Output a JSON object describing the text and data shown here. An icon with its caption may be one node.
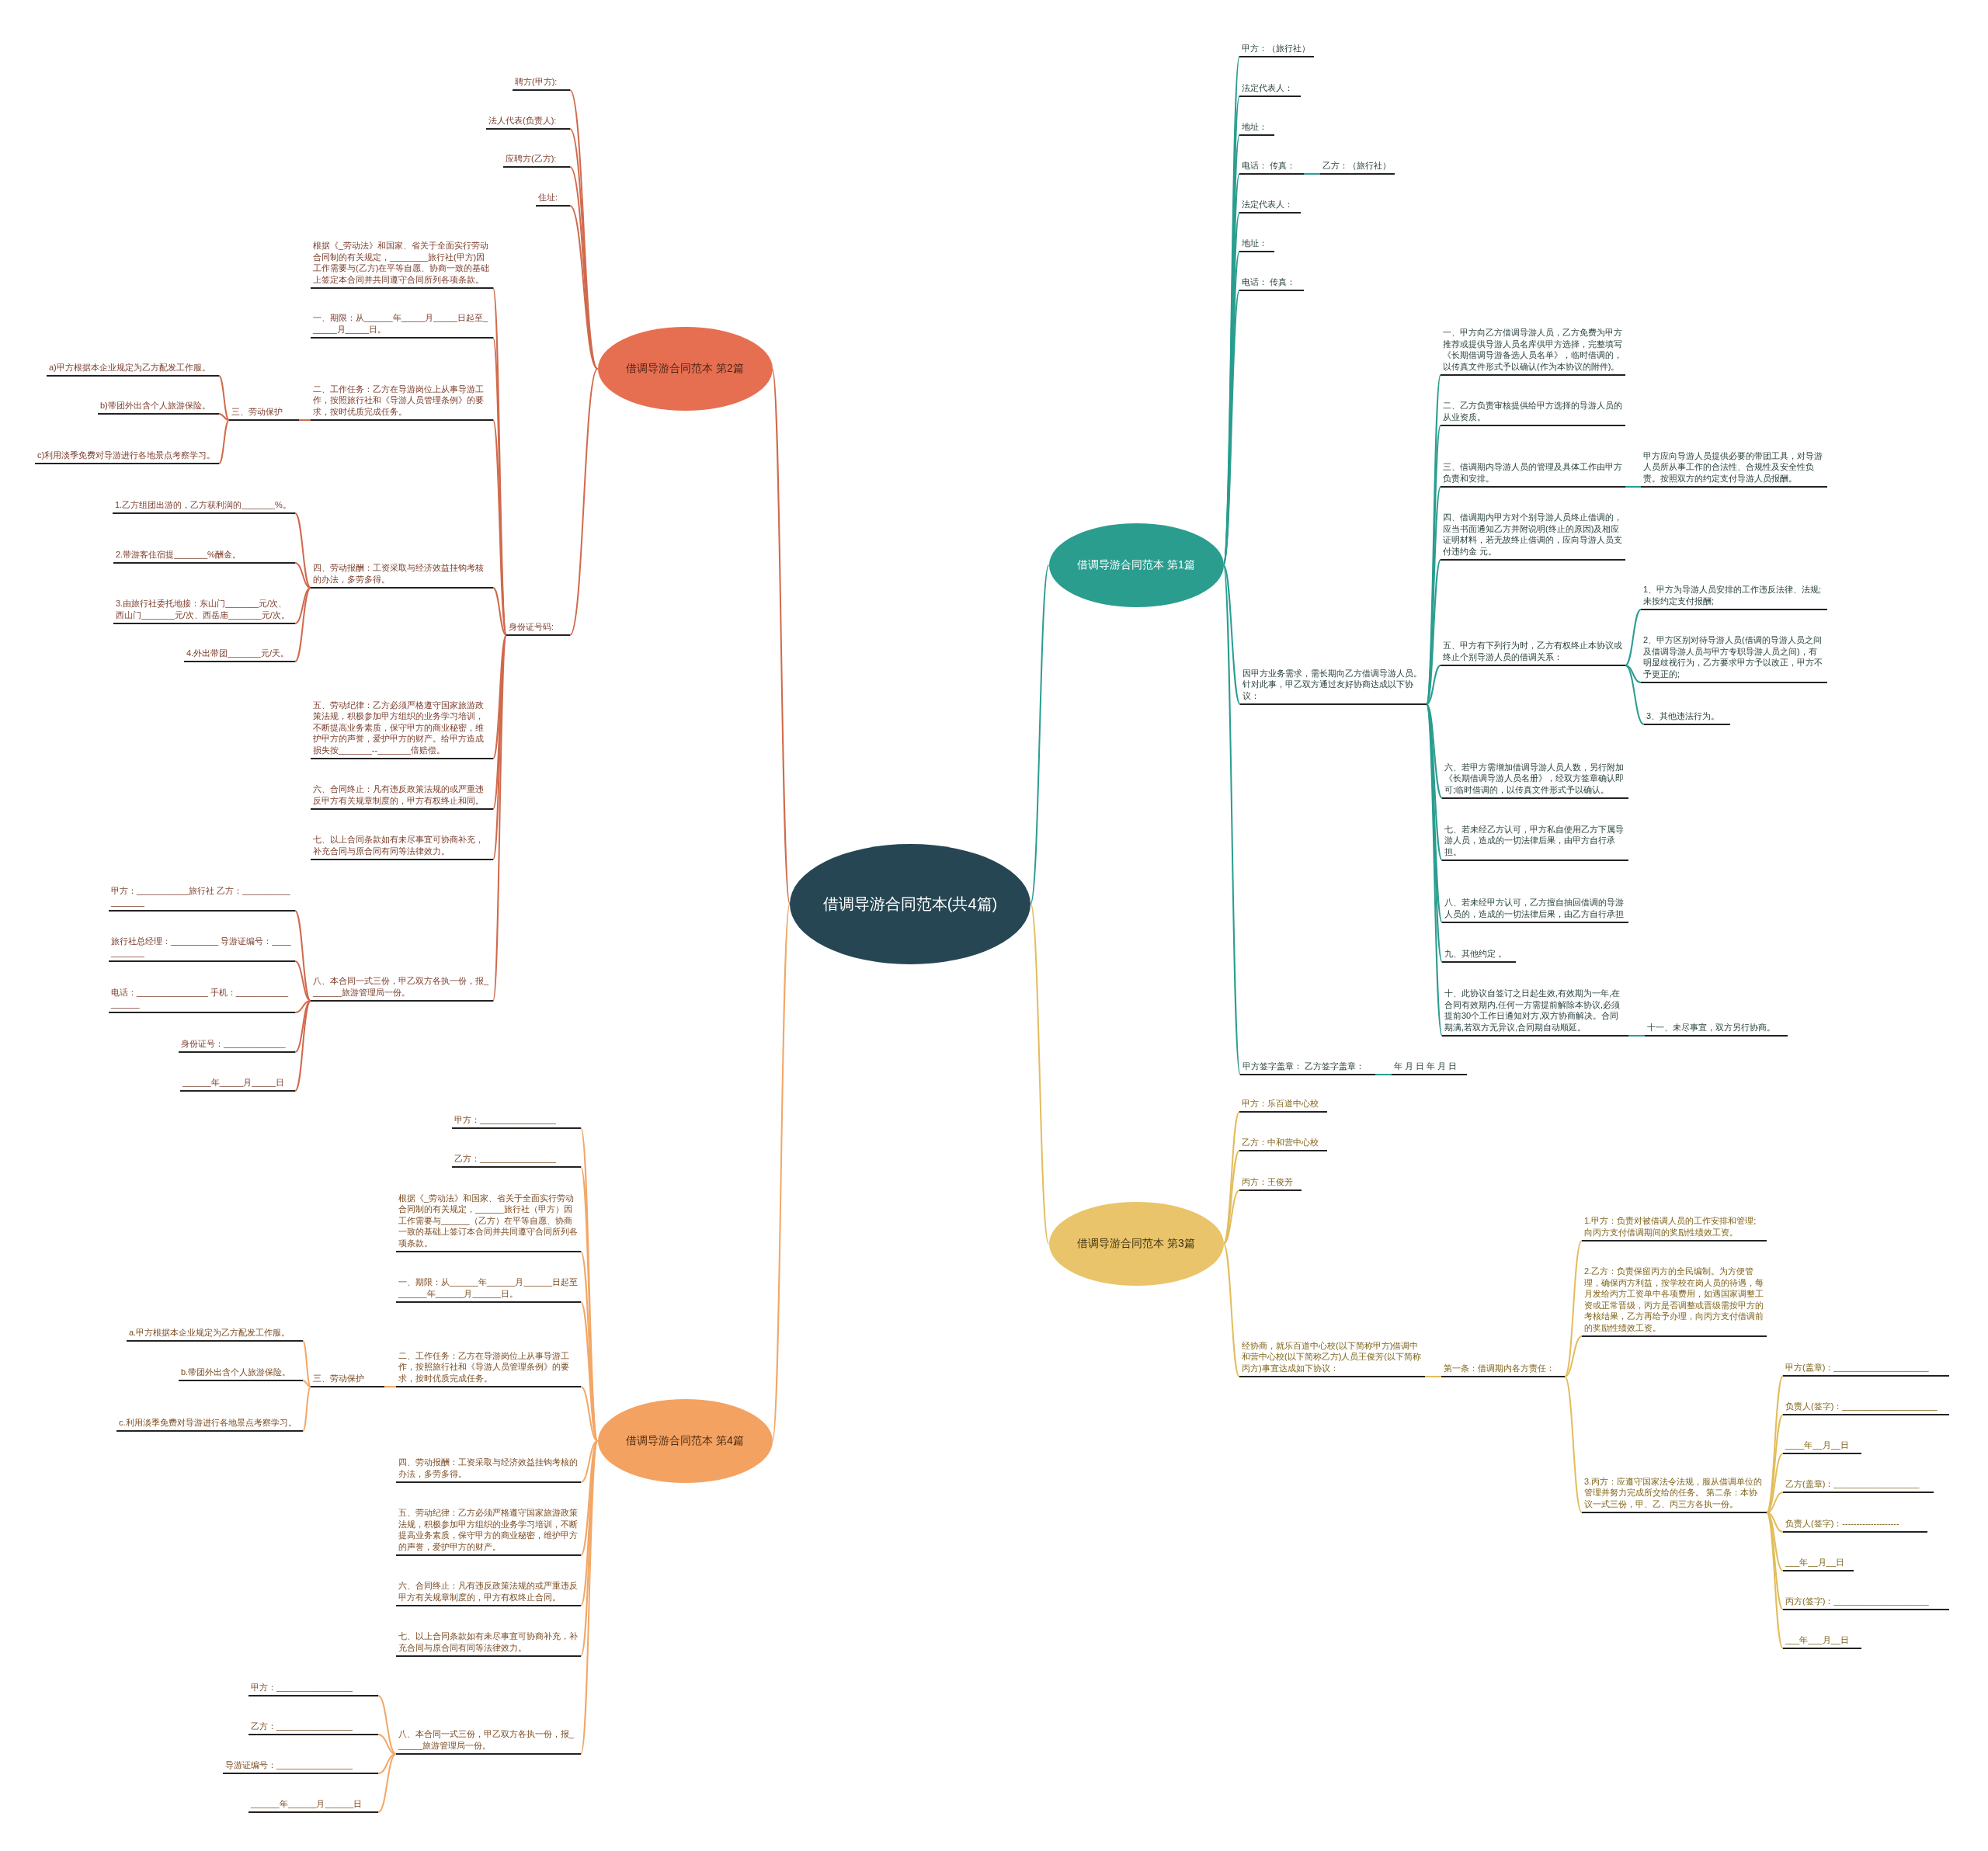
{
  "diagram": {
    "nodes": [
      {
        "text": [
          "借调导游合同范本(共4篇)"
        ]
      },
      {
        "text": [
          "借调导游合同范本 第2篇"
        ]
      },
      {
        "text": [
          "聘方(甲方):"
        ]
      },
      {
        "text": [
          "法人代表(负责人):"
        ]
      },
      {
        "text": [
          "应聘方(乙方):"
        ]
      },
      {
        "text": [
          "住址:"
        ]
      },
      {
        "text": [
          "身份证号码:"
        ]
      },
      {
        "text": [
          "根据《_劳动法》和国家、省关于全面实行劳动合同制的有关规定，________旅行社(甲方)因工作需要与(乙方)在平等自愿、协商一致的基础上签定本合同并共同遵守合同所列各项条款。"
        ]
      },
      {
        "text": [
          "一、期限：从______年_____月_____日起至______月_____日。"
        ]
      },
      {
        "text": [
          "二、工作任务：乙方在导游岗位上从事导游工作，按照旅行社和《导游人员管理条例》的要求，按时优质完成任务。"
        ]
      },
      {
        "text": [
          "三、劳动保护"
        ]
      },
      {
        "text": [
          "a)甲方根据本企业规定为乙方配发工作服。"
        ]
      },
      {
        "text": [
          "b)带团外出含个人旅游保险。"
        ]
      },
      {
        "text": [
          "c)利用淡季免费对导游进行各地景点考察学习。"
        ]
      },
      {
        "text": [
          "四、劳动报酬：工资采取与经济效益挂钩考核的办法，多劳多得。"
        ]
      },
      {
        "text": [
          "1.乙方组团出游的，乙方获利润的_______%。"
        ]
      },
      {
        "text": [
          "2.带游客住宿提_______%酬金。"
        ]
      },
      {
        "text": [
          "3.由旅行社委托地接：东山门_______元/次、西山门_______元/次、西岳庙_______元/次。"
        ]
      },
      {
        "text": [
          "4.外出带团_______元/天。"
        ]
      },
      {
        "text": [
          "五、劳动纪律：乙方必须严格遵守国家旅游政策法规，积极参加甲方组织的业务学习培训，不断提高业务素质，保守甲方的商业秘密，维护甲方的声誉，爱护甲方的财产。给甲方造成损失按_______--_______倍赔偿。"
        ]
      },
      {
        "text": [
          "六、合同终止：凡有违反政策法规的或严重违反甲方有关规章制度的，甲方有权终止和同。"
        ]
      },
      {
        "text": [
          "七、以上合同条款如有未尽事宜可协商补充，补充合同与原合同有同等法律效力。"
        ]
      },
      {
        "text": [
          "八、本合同一式三份，甲乙双方各执一份，报_______旅游管理局一份。"
        ]
      },
      {
        "text": [
          "甲方：___________旅行社 乙方：_________________"
        ]
      },
      {
        "text": [
          "旅行社总经理：__________ 导游证编号：___________"
        ]
      },
      {
        "text": [
          "电话：_______________ 手机：_________________"
        ]
      },
      {
        "text": [
          "身份证号：_____________"
        ]
      },
      {
        "text": [
          "______年_____月_____日"
        ]
      },
      {
        "text": [
          "借调导游合同范本 第1篇"
        ]
      },
      {
        "text": [
          "甲方：（旅行社）"
        ]
      },
      {
        "text": [
          "法定代表人："
        ]
      },
      {
        "text": [
          "地址："
        ]
      },
      {
        "text": [
          "电话：  传真："
        ]
      },
      {
        "text": [
          "乙方：（旅行社）"
        ]
      },
      {
        "text": [
          "法定代表人："
        ]
      },
      {
        "text": [
          "地址："
        ]
      },
      {
        "text": [
          "电话：  传真："
        ]
      },
      {
        "text": [
          "因甲方业务需求，需长期向乙方借调导游人员。针对此事，甲乙双方通过友好协商达成以下协议："
        ]
      },
      {
        "text": [
          "一、甲方向乙方借调导游人员，乙方免费为甲方推荐或提供导游人员名库供甲方选择，完整填写《长期借调导游备选人员名单》，临时借调的，以传真文件形式予以确认(作为本协议的附件)。"
        ]
      },
      {
        "text": [
          "二、乙方负责审核提供给甲方选择的导游人员的从业资质。"
        ]
      },
      {
        "text": [
          "三、借调期内导游人员的管理及具体工作由甲方负责和安排。"
        ]
      },
      {
        "text": [
          "甲方应向导游人员提供必要的带团工具，对导游人员所从事工作的合法性、合规性及安全性负责。按照双方的约定支付导游人员报酬。"
        ]
      },
      {
        "text": [
          "四、借调期内甲方对个别导游人员终止借调的，应当书面通知乙方并附说明(终止的原因)及相应证明材料，若无故终止借调的，应向导游人员支付违约金 元。"
        ]
      },
      {
        "text": [
          "五、甲方有下列行为时，乙方有权终止本协议或终止个别导游人员的借调关系："
        ]
      },
      {
        "text": [
          "1、甲方为导游人员安排的工作违反法律、法规;未按约定支付报酬;"
        ]
      },
      {
        "text": [
          "2、甲方区别对待导游人员(借调的导游人员之间及借调导游人员与甲方专职导游人员之间)，有明显歧视行为，乙方要求甲方予以改正，甲方不予更正的;"
        ]
      },
      {
        "text": [
          "3、其他违法行为。"
        ]
      },
      {
        "text": [
          "六、若甲方需增加借调导游人员人数，另行附加《长期借调导游人员名册》，经双方签章确认即可;临时借调的，以传真文件形式予以确认。"
        ]
      },
      {
        "text": [
          "七、若未经乙方认可，甲方私自使用乙方下属导游人员，造成的一切法律后果，由甲方自行承担。"
        ]
      },
      {
        "text": [
          "八、若未经甲方认可，乙方擅自抽回借调的导游人员的，造成的一切法律后果，由乙方自行承担"
        ]
      },
      {
        "text": [
          "九、其他约定 。"
        ]
      },
      {
        "text": [
          "十、此协议自签订之日起生效,有效期为一年,在合同有效期内,任何一方需提前解除本协议,必须提前30个工作日通知对方,双方协商解决。合同期满,若双方无异议,合同期自动顺延。"
        ]
      },
      {
        "text": [
          "十一、未尽事宜，双方另行协商。"
        ]
      },
      {
        "text": [
          "甲方签字盖章：  乙方签字盖章："
        ]
      },
      {
        "text": [
          "年 月 日 年 月 日"
        ]
      },
      {
        "text": [
          "借调导游合同范本 第4篇"
        ]
      },
      {
        "text": [
          "甲方：________________"
        ]
      },
      {
        "text": [
          "乙方：________________"
        ]
      },
      {
        "text": [
          "根据《_劳动法》和国家、省关于全面实行劳动合同制的有关规定，______旅行社（甲方）因工作需要与______（乙方）在平等自愿、协商一致的基础上签订本合同并共同遵守合同所列各项条款。"
        ]
      },
      {
        "text": [
          "一、期限：从______年______月______日起至______年______月______日。"
        ]
      },
      {
        "text": [
          "二、工作任务：乙方在导游岗位上从事导游工作，按照旅行社和《导游人员管理条例》的要求，按时优质完成任务。"
        ]
      },
      {
        "text": [
          "三、劳动保护"
        ]
      },
      {
        "text": [
          "a.甲方根据本企业规定为乙方配发工作服。"
        ]
      },
      {
        "text": [
          "b.带团外出含个人旅游保险。"
        ]
      },
      {
        "text": [
          "c.利用淡季免费对导游进行各地景点考察学习。"
        ]
      },
      {
        "text": [
          "四、劳动报酬：工资采取与经济效益挂钩考核的办法，多劳多得。"
        ]
      },
      {
        "text": [
          "五、劳动纪律：乙方必须严格遵守国家旅游政策法规，积极参加甲方组织的业务学习培训，不断提高业务素质，保守甲方的商业秘密，维护甲方的声誉，爱护甲方的财产。"
        ]
      },
      {
        "text": [
          "六、合同终止：凡有违反政策法规的或严重违反甲方有关规章制度的，甲方有权终止合同。"
        ]
      },
      {
        "text": [
          "七、以上合同条款如有未尽事宜可协商补充，补充合同与原合同有同等法律效力。"
        ]
      },
      {
        "text": [
          "八、本合同一式三份，甲乙双方各执一份，报______旅游管理局一份。"
        ]
      },
      {
        "text": [
          "甲方：________________"
        ]
      },
      {
        "text": [
          "乙方：________________"
        ]
      },
      {
        "text": [
          "导游证编号：________________"
        ]
      },
      {
        "text": [
          "______年______月______日"
        ]
      },
      {
        "text": [
          "借调导游合同范本 第3篇"
        ]
      },
      {
        "text": [
          "甲方：乐百道中心校"
        ]
      },
      {
        "text": [
          "乙方：中和营中心校"
        ]
      },
      {
        "text": [
          "丙方：王俊芳"
        ]
      },
      {
        "text": [
          "经协商，就乐百道中心校(以下简称甲方)借调中和营中心校(以下简称乙方)人员王俊芳(以下简称丙方)事宜达成如下协议："
        ]
      },
      {
        "text": [
          "第一条：借调期内各方责任："
        ]
      },
      {
        "text": [
          "1.甲方：负责对被借调人员的工作安排和管理;向丙方支付借调期间的奖励性绩效工资。"
        ]
      },
      {
        "text": [
          "2.乙方：负责保留丙方的全民编制。为方便管理，确保丙方利益，按学校在岗人员的待遇，每月发给丙方工资单中各项费用，如遇国家调整工资或正常晋级，丙方是否调整或晋级需按甲方的考核结果，乙方再给予办理，向丙方支付借调前的奖励性绩效工资。"
        ]
      },
      {
        "text": [
          "3.丙方：应遵守国家法令法规，服从借调单位的管理并努力完成所交给的任务。 第二条：本协议一式三份，甲、乙、丙三方各执一份。"
        ]
      },
      {
        "text": [
          "甲方(盖章)：____________________"
        ]
      },
      {
        "text": [
          "负责人(签字)：____________________"
        ]
      },
      {
        "text": [
          "____年__月__日"
        ]
      },
      {
        "text": [
          "乙方(盖章)：__________________"
        ]
      },
      {
        "text": [
          "负责人(签字)：--------------------"
        ]
      },
      {
        "text": [
          "___年__月__日"
        ]
      },
      {
        "text": [
          "丙方(签字)：____________________"
        ]
      },
      {
        "text": [
          "___年___月__日"
        ]
      }
    ],
    "edges": [
      {
        "from": 0,
        "to": 1,
        "arrow": "none",
        "color": "#d06a4c"
      },
      {
        "from": 1,
        "to": 2,
        "arrow": "none",
        "color": "#d06a4c"
      },
      {
        "from": 1,
        "to": 3,
        "arrow": "none",
        "color": "#d06a4c"
      },
      {
        "from": 1,
        "to": 4,
        "arrow": "none",
        "color": "#d06a4c"
      },
      {
        "from": 1,
        "to": 5,
        "arrow": "none",
        "color": "#d06a4c"
      },
      {
        "from": 1,
        "to": 6,
        "arrow": "none",
        "color": "#d06a4c"
      },
      {
        "from": 6,
        "to": 7,
        "arrow": "none",
        "color": "#d06a4c"
      },
      {
        "from": 6,
        "to": 8,
        "arrow": "none",
        "color": "#d06a4c"
      },
      {
        "from": 6,
        "to": 9,
        "arrow": "none",
        "color": "#d06a4c"
      },
      {
        "from": 9,
        "to": 10,
        "arrow": "none",
        "color": "#d06a4c"
      },
      {
        "from": 10,
        "to": 11,
        "arrow": "none",
        "color": "#d06a4c"
      },
      {
        "from": 10,
        "to": 12,
        "arrow": "none",
        "color": "#d06a4c"
      },
      {
        "from": 10,
        "to": 13,
        "arrow": "none",
        "color": "#d06a4c"
      },
      {
        "from": 6,
        "to": 14,
        "arrow": "none",
        "color": "#d06a4c"
      },
      {
        "from": 14,
        "to": 15,
        "arrow": "none",
        "color": "#d06a4c"
      },
      {
        "from": 14,
        "to": 16,
        "arrow": "none",
        "color": "#d06a4c"
      },
      {
        "from": 14,
        "to": 17,
        "arrow": "none",
        "color": "#d06a4c"
      },
      {
        "from": 14,
        "to": 18,
        "arrow": "none",
        "color": "#d06a4c"
      },
      {
        "from": 6,
        "to": 19,
        "arrow": "none",
        "color": "#d06a4c"
      },
      {
        "from": 6,
        "to": 20,
        "arrow": "none",
        "color": "#d06a4c"
      },
      {
        "from": 6,
        "to": 21,
        "arrow": "none",
        "color": "#d06a4c"
      },
      {
        "from": 6,
        "to": 22,
        "arrow": "none",
        "color": "#d06a4c"
      },
      {
        "from": 22,
        "to": 23,
        "arrow": "none",
        "color": "#d06a4c"
      },
      {
        "from": 22,
        "to": 24,
        "arrow": "none",
        "color": "#d06a4c"
      },
      {
        "from": 22,
        "to": 25,
        "arrow": "none",
        "color": "#d06a4c"
      },
      {
        "from": 22,
        "to": 26,
        "arrow": "none",
        "color": "#d06a4c"
      },
      {
        "from": 22,
        "to": 27,
        "arrow": "none",
        "color": "#d06a4c"
      },
      {
        "from": 0,
        "to": 28,
        "arrow": "none",
        "color": "#2a9d8f"
      },
      {
        "from": 28,
        "to": 29,
        "arrow": "none",
        "color": "#2a9d8f"
      },
      {
        "from": 28,
        "to": 30,
        "arrow": "none",
        "color": "#2a9d8f"
      },
      {
        "from": 28,
        "to": 31,
        "arrow": "none",
        "color": "#2a9d8f"
      },
      {
        "from": 28,
        "to": 32,
        "arrow": "none",
        "color": "#2a9d8f"
      },
      {
        "from": 32,
        "to": 33,
        "arrow": "none",
        "color": "#2a9d8f"
      },
      {
        "from": 28,
        "to": 34,
        "arrow": "none",
        "color": "#2a9d8f"
      },
      {
        "from": 28,
        "to": 35,
        "arrow": "none",
        "color": "#2a9d8f"
      },
      {
        "from": 28,
        "to": 36,
        "arrow": "none",
        "color": "#2a9d8f"
      },
      {
        "from": 28,
        "to": 37,
        "arrow": "none",
        "color": "#2a9d8f"
      },
      {
        "from": 37,
        "to": 38,
        "arrow": "none",
        "color": "#2a9d8f"
      },
      {
        "from": 37,
        "to": 39,
        "arrow": "none",
        "color": "#2a9d8f"
      },
      {
        "from": 37,
        "to": 40,
        "arrow": "none",
        "color": "#2a9d8f"
      },
      {
        "from": 40,
        "to": 41,
        "arrow": "none",
        "color": "#2a9d8f"
      },
      {
        "from": 37,
        "to": 42,
        "arrow": "none",
        "color": "#2a9d8f"
      },
      {
        "from": 37,
        "to": 43,
        "arrow": "none",
        "color": "#2a9d8f"
      },
      {
        "from": 43,
        "to": 44,
        "arrow": "none",
        "color": "#2a9d8f"
      },
      {
        "from": 43,
        "to": 45,
        "arrow": "none",
        "color": "#2a9d8f"
      },
      {
        "from": 43,
        "to": 46,
        "arrow": "none",
        "color": "#2a9d8f"
      },
      {
        "from": 37,
        "to": 47,
        "arrow": "none",
        "color": "#2a9d8f"
      },
      {
        "from": 37,
        "to": 48,
        "arrow": "none",
        "color": "#2a9d8f"
      },
      {
        "from": 37,
        "to": 49,
        "arrow": "none",
        "color": "#2a9d8f"
      },
      {
        "from": 37,
        "to": 50,
        "arrow": "none",
        "color": "#2a9d8f"
      },
      {
        "from": 37,
        "to": 51,
        "arrow": "none",
        "color": "#2a9d8f"
      },
      {
        "from": 51,
        "to": 52,
        "arrow": "none",
        "color": "#2a9d8f"
      },
      {
        "from": 28,
        "to": 53,
        "arrow": "none",
        "color": "#2a9d8f"
      },
      {
        "from": 53,
        "to": 54,
        "arrow": "none",
        "color": "#2a9d8f"
      },
      {
        "from": 0,
        "to": 55,
        "arrow": "none",
        "color": "#f2a766"
      },
      {
        "from": 55,
        "to": 56,
        "arrow": "none",
        "color": "#f2a766"
      },
      {
        "from": 55,
        "to": 57,
        "arrow": "none",
        "color": "#f2a766"
      },
      {
        "from": 55,
        "to": 58,
        "arrow": "none",
        "color": "#f2a766"
      },
      {
        "from": 55,
        "to": 59,
        "arrow": "none",
        "color": "#f2a766"
      },
      {
        "from": 55,
        "to": 60,
        "arrow": "none",
        "color": "#f2a766"
      },
      {
        "from": 60,
        "to": 61,
        "arrow": "none",
        "color": "#f2a766"
      },
      {
        "from": 61,
        "to": 62,
        "arrow": "none",
        "color": "#f2a766"
      },
      {
        "from": 61,
        "to": 63,
        "arrow": "none",
        "color": "#f2a766"
      },
      {
        "from": 61,
        "to": 64,
        "arrow": "none",
        "color": "#f2a766"
      },
      {
        "from": 55,
        "to": 65,
        "arrow": "none",
        "color": "#f2a766"
      },
      {
        "from": 55,
        "to": 66,
        "arrow": "none",
        "color": "#f2a766"
      },
      {
        "from": 55,
        "to": 67,
        "arrow": "none",
        "color": "#f2a766"
      },
      {
        "from": 55,
        "to": 68,
        "arrow": "none",
        "color": "#f2a766"
      },
      {
        "from": 55,
        "to": 69,
        "arrow": "none",
        "color": "#f2a766"
      },
      {
        "from": 69,
        "to": 70,
        "arrow": "none",
        "color": "#f2a766"
      },
      {
        "from": 69,
        "to": 71,
        "arrow": "none",
        "color": "#f2a766"
      },
      {
        "from": 69,
        "to": 72,
        "arrow": "none",
        "color": "#f2a766"
      },
      {
        "from": 69,
        "to": 73,
        "arrow": "none",
        "color": "#f2a766"
      },
      {
        "from": 0,
        "to": 74,
        "arrow": "none",
        "color": "#e3bc5c"
      },
      {
        "from": 74,
        "to": 75,
        "arrow": "none",
        "color": "#e3bc5c"
      },
      {
        "from": 74,
        "to": 76,
        "arrow": "none",
        "color": "#e3bc5c"
      },
      {
        "from": 74,
        "to": 77,
        "arrow": "none",
        "color": "#e3bc5c"
      },
      {
        "from": 74,
        "to": 78,
        "arrow": "none",
        "color": "#e3bc5c"
      },
      {
        "from": 78,
        "to": 79,
        "arrow": "none",
        "color": "#e3bc5c"
      },
      {
        "from": 79,
        "to": 80,
        "arrow": "none",
        "color": "#e3bc5c"
      },
      {
        "from": 79,
        "to": 81,
        "arrow": "none",
        "color": "#e3bc5c"
      },
      {
        "from": 79,
        "to": 82,
        "arrow": "none",
        "color": "#e3bc5c"
      },
      {
        "from": 82,
        "to": 83,
        "arrow": "none",
        "color": "#e3bc5c"
      },
      {
        "from": 82,
        "to": 84,
        "arrow": "none",
        "color": "#e3bc5c"
      },
      {
        "from": 82,
        "to": 85,
        "arrow": "none",
        "color": "#e3bc5c"
      },
      {
        "from": 82,
        "to": 86,
        "arrow": "none",
        "color": "#e3bc5c"
      },
      {
        "from": 82,
        "to": 87,
        "arrow": "none",
        "color": "#e3bc5c"
      },
      {
        "from": 82,
        "to": 88,
        "arrow": "none",
        "color": "#e3bc5c"
      },
      {
        "from": 82,
        "to": 89,
        "arrow": "none",
        "color": "#e3bc5c"
      },
      {
        "from": 82,
        "to": 90,
        "arrow": "none",
        "color": "#e3bc5c"
      }
    ]
  }
}
